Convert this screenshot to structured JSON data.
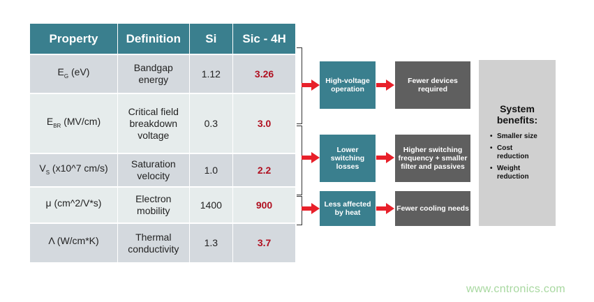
{
  "table": {
    "headers": [
      "Property",
      "Definition",
      "Si",
      "Sic - 4H"
    ],
    "rows": [
      {
        "prop_main": "E",
        "prop_sub": "G",
        "prop_rest": " (eV)",
        "definition": "Bandgap energy",
        "si": "1.12",
        "sic": "3.26"
      },
      {
        "prop_main": "E",
        "prop_sub": "BR",
        "prop_rest": " (MV/cm)",
        "definition": "Critical field breakdown voltage",
        "si": "0.3",
        "sic": "3.0"
      },
      {
        "prop_main": "V",
        "prop_sub": "S",
        "prop_rest": " (x10^7 cm/s)",
        "definition": "Saturation velocity",
        "si": "1.0",
        "sic": "2.2"
      },
      {
        "prop_main": "μ (cm^2/V*s)",
        "prop_sub": "",
        "prop_rest": "",
        "definition": "Electron mobility",
        "si": "1400",
        "sic": "900"
      },
      {
        "prop_main": "Λ (W/cm*K)",
        "prop_sub": "",
        "prop_rest": "",
        "definition": "Thermal conductivity",
        "si": "1.3",
        "sic": "3.7"
      }
    ]
  },
  "flow": {
    "effects": [
      "High-voltage operation",
      "Lower switching losses",
      "Less affected by heat"
    ],
    "results": [
      "Fewer devices required",
      "Higher switching frequency + smaller filter and passives",
      "Fewer cooling needs"
    ]
  },
  "benefits": {
    "title": "System benefits:",
    "items": [
      "Smaller size",
      "Cost reduction",
      "Weight reduction"
    ]
  },
  "watermark": "www.cntronics.com",
  "colors": {
    "teal": "#3a7f8e",
    "dark": "#5f5f5f",
    "arrow": "#e8202a",
    "sic_value": "#b01020"
  }
}
